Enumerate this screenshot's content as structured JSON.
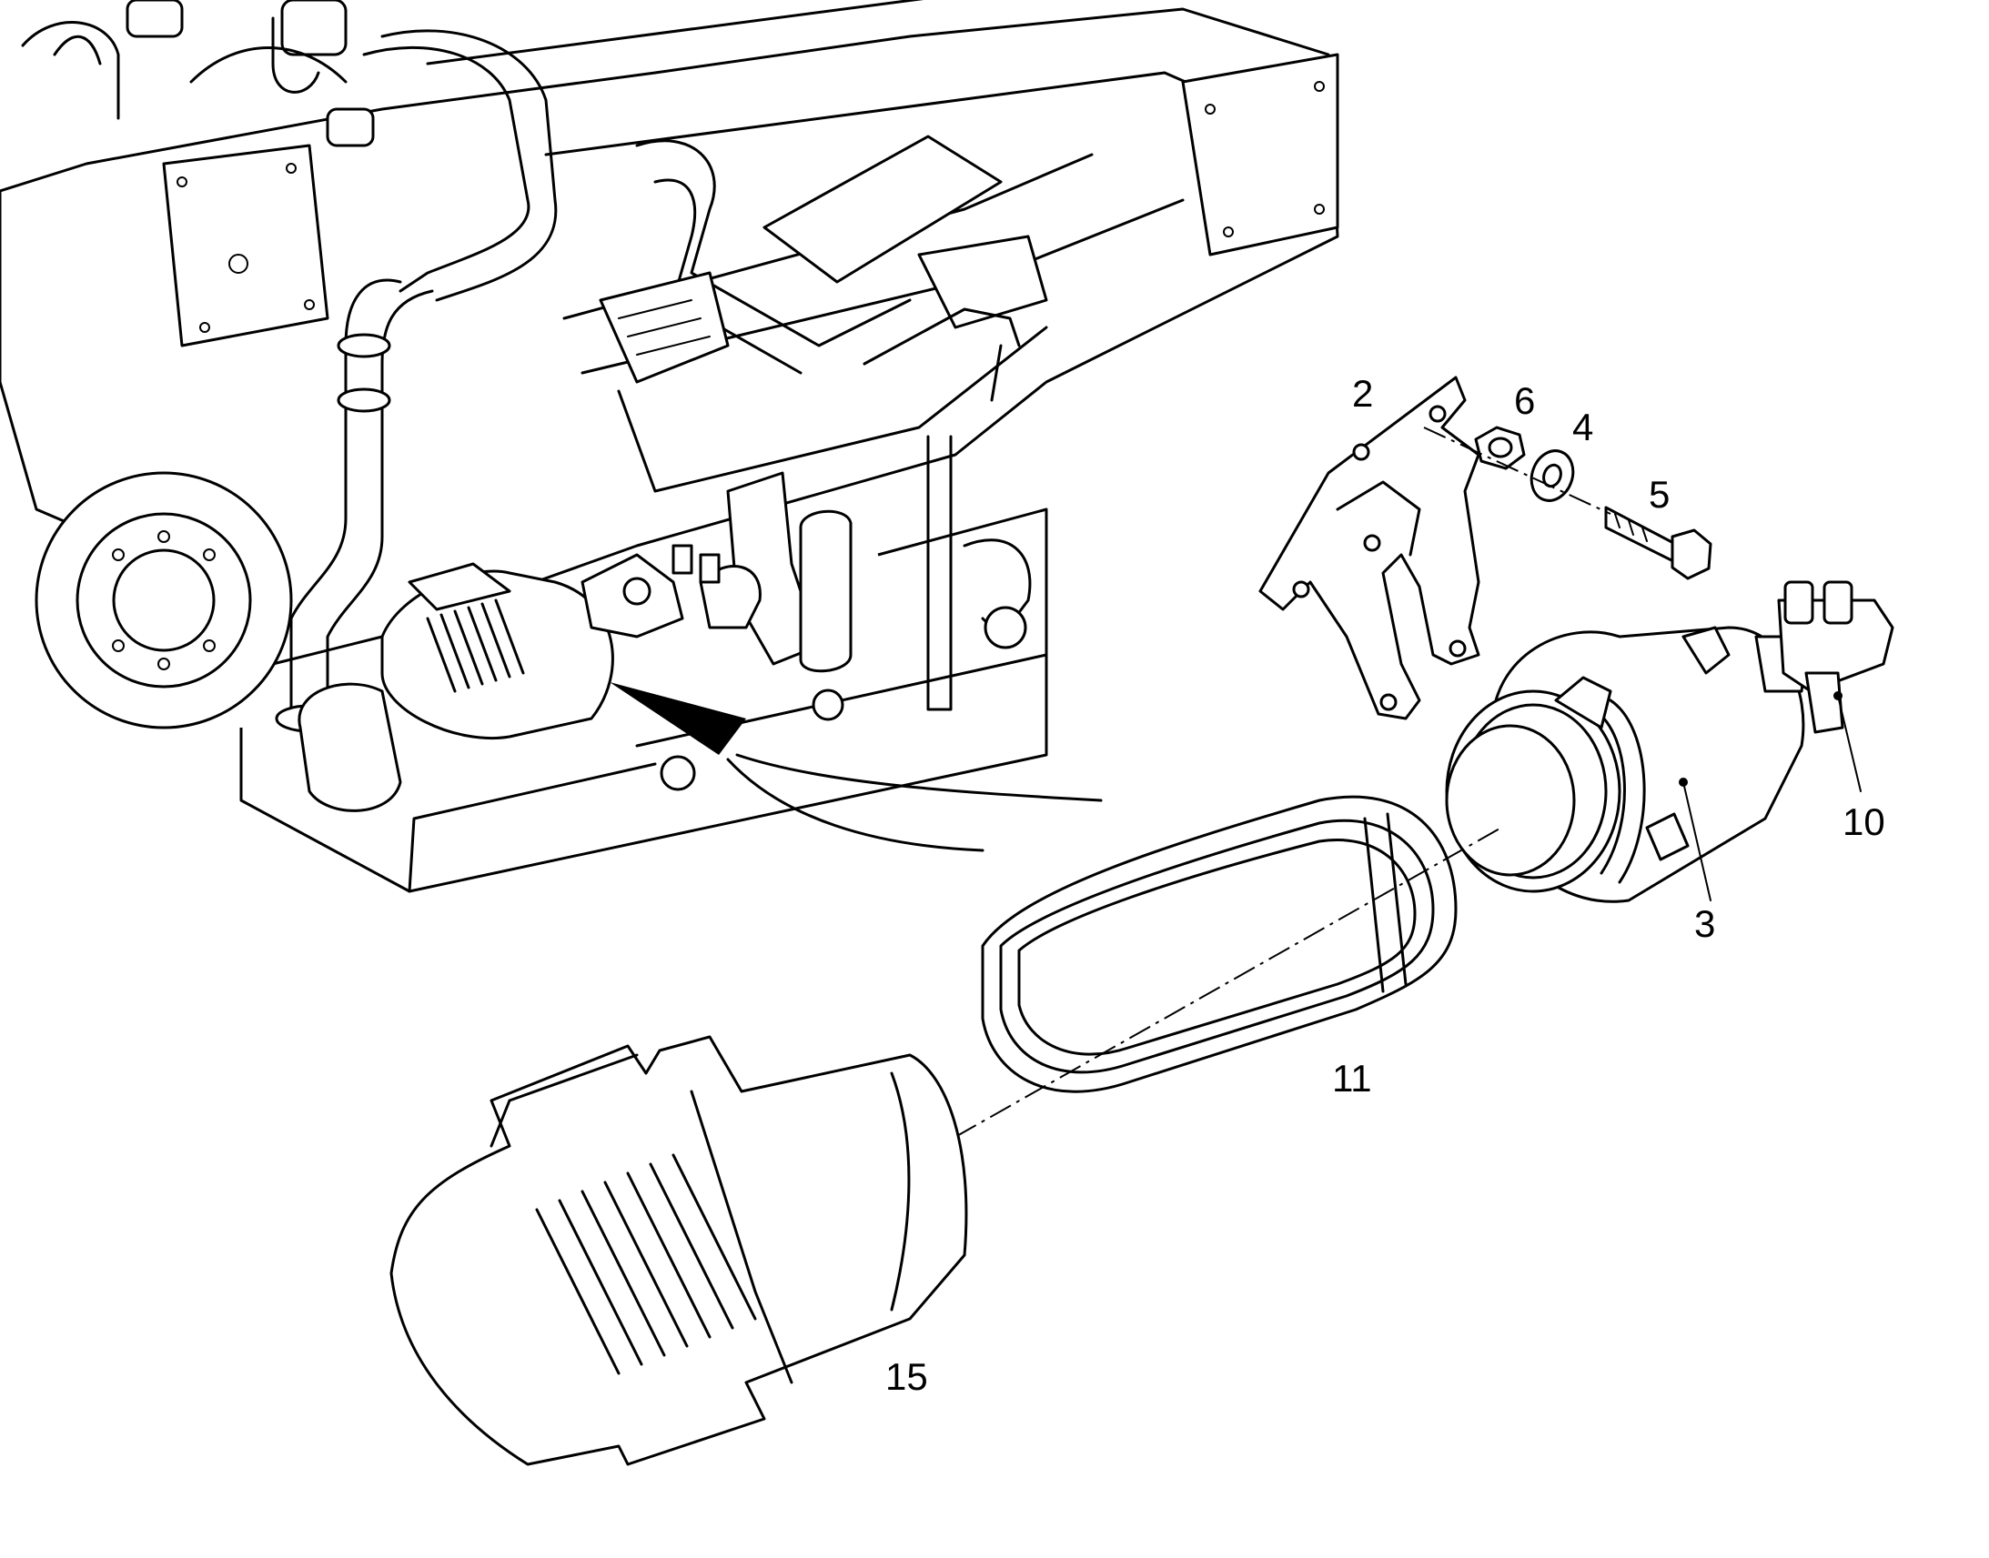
{
  "callouts": {
    "c2": "2",
    "c6": "6",
    "c4": "4",
    "c5": "5",
    "c10": "10",
    "c3": "3",
    "c11": "11",
    "c15": "15"
  },
  "colors": {
    "line": "#000000",
    "background": "#ffffff"
  }
}
